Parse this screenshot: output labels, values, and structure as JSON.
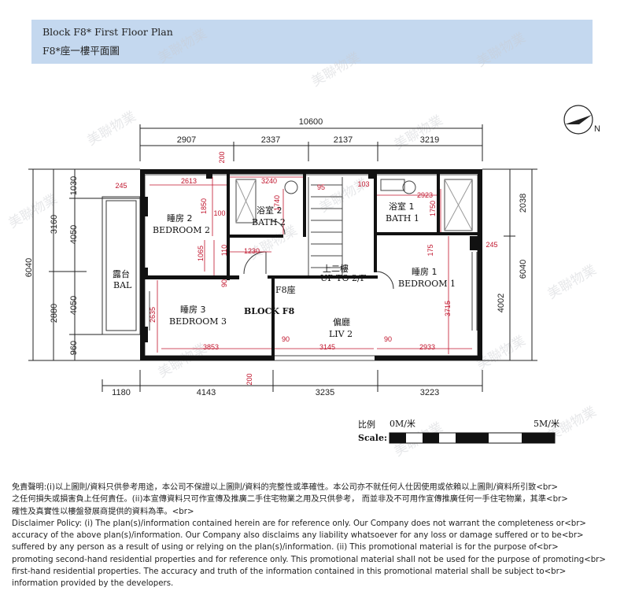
{
  "header": {
    "title_en": "Block F8* First Floor Plan",
    "title_zh": "F8*座一樓平面圖"
  },
  "watermark": "美聯物業",
  "plan": {
    "block_zh": "F8座",
    "block_en": "BLOCK F8",
    "up_zh": "上二樓",
    "up_en": "UP TO 2/F",
    "rooms": {
      "bedroom2_zh": "睡房 2",
      "bedroom2_en": "BEDROOM 2",
      "bath2_zh": "浴室 2",
      "bath2_en": "BATH 2",
      "bath1_zh": "浴室 1",
      "bath1_en": "BATH 1",
      "bedroom1_zh": "睡房 1",
      "bedroom1_en": "BEDROOM 1",
      "bedroom3_zh": "睡房 3",
      "bedroom3_en": "BEDROOM 3",
      "bal_zh": "露台",
      "bal_en": "BAL",
      "liv_zh": "偏廳",
      "liv_en": "LIV 2"
    },
    "dims": {
      "top_total": "10600",
      "top_1": "2907",
      "top_2": "2337",
      "top_3": "2137",
      "top_4": "3219",
      "left_1030": "1030",
      "left_4050": "4050",
      "left_3160": "3160",
      "left_6040": "6040",
      "left_4050b": "4050",
      "left_2880": "2880",
      "left_960": "960",
      "right_2038": "2038",
      "right_4002": "4002",
      "right_6040": "6040",
      "bottom_1": "1180",
      "bottom_2": "4143",
      "bottom_3": "3235",
      "bottom_4": "3223"
    },
    "red_dims": {
      "d200a": "200",
      "d245a": "245",
      "d2613": "2613",
      "d3240": "3240",
      "d95": "95",
      "d103": "103",
      "d2923": "2923",
      "d1850": "1850",
      "d100": "100",
      "d1740": "1740",
      "d1750": "1750",
      "d175": "175",
      "d245b": "245",
      "d110": "110",
      "d1230": "1230",
      "d1065": "1065",
      "d90a": "90",
      "d3715": "3715",
      "d2635": "2635",
      "d3853": "3853",
      "d90b": "90",
      "d3145": "3145",
      "d90c": "90",
      "d2933": "2933",
      "d200b": "200"
    }
  },
  "scale": {
    "label_zh": "比例",
    "label_en": "Scale:",
    "start": "0M/米",
    "end": "5M/米"
  },
  "disclaimer": {
    "zh_line1": "免責聲明:(i)以上圖則/資料只供參考用途，本公司不保證以上圖則/資料的完整性或準確性。本公司亦不就任何人仕因使用或依賴以上圖則/資料所引致<br>",
    "zh_line2": "之任何損失或損害負上任何責任。(ii)本宣傳資料只可作宣傳及推廣二手住宅物業之用及只供參考， 而並非及不可用作宣傳推廣任何一手住宅物業，其準<br>",
    "zh_line3": "確性及真實性以樓盤發展商提供的資料為準。<br>",
    "en_line1": "Disclaimer Policy: (i) The plan(s)/information contained herein are for reference only. Our Company does not warrant the completeness or<br>",
    "en_line2": "accuracy of the above plan(s)/information. Our Company also disclaims any liability whatsoever for any loss or damage suffered or to be<br>",
    "en_line3": "suffered by any person as a result of using or relying on the plan(s)/information. (ii) This promotional material is for the purpose of<br>",
    "en_line4": "promoting second-hand residential properties and for reference only. This promotional material shall not be used for the purpose of promoting<br>",
    "en_line5": "first-hand residential properties. The accuracy and truth of the information contained in this promotional material shall be subject to<br>",
    "en_line6": "information provided by the developers."
  }
}
